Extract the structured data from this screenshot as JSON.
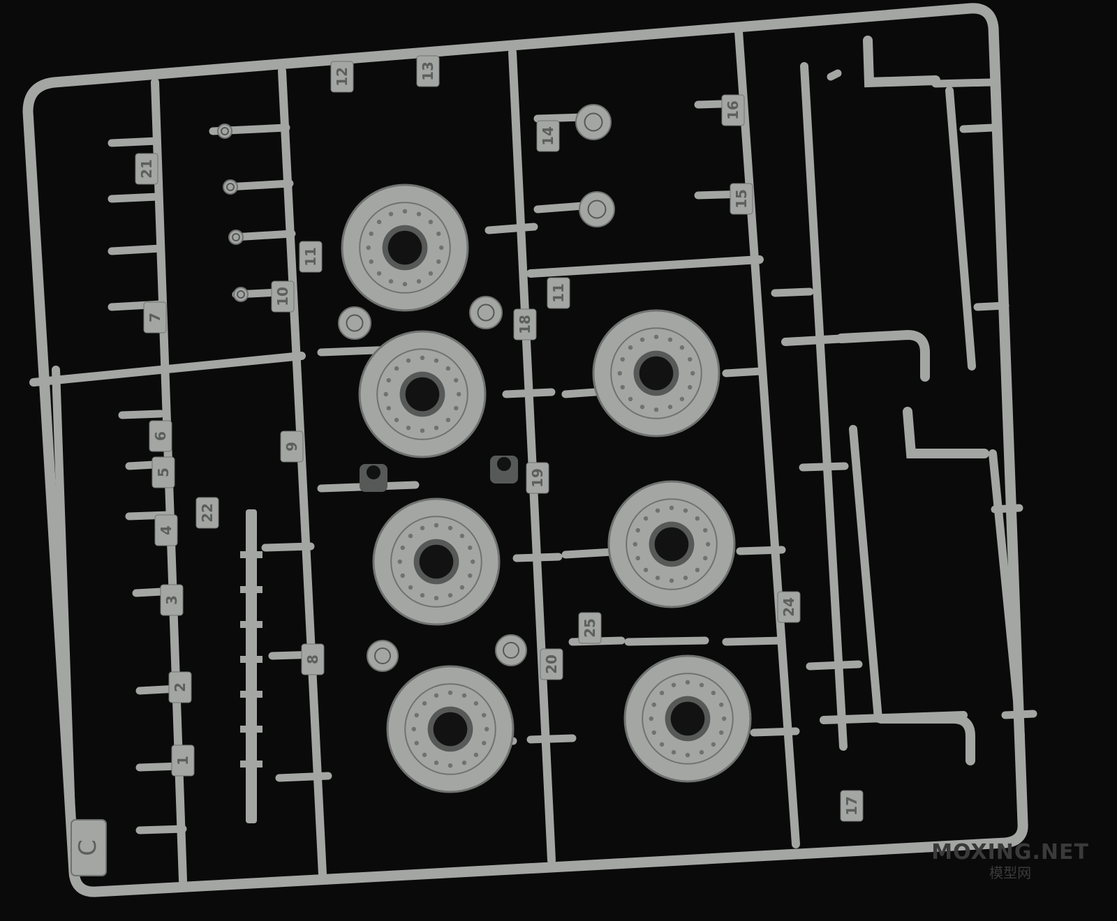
{
  "colors": {
    "background": "#0a0a0a",
    "plastic": "#a3a6a3",
    "plastic_shadow": "#6f7270",
    "plastic_dark": "#565957",
    "hole": "#121212",
    "tag_text": "#5c5f5d"
  },
  "sprue": {
    "letter": "C",
    "part_numbers": [
      "1",
      "2",
      "3",
      "4",
      "5",
      "6",
      "7",
      "8",
      "9",
      "10",
      "11",
      "11",
      "12",
      "13",
      "14",
      "15",
      "16",
      "17",
      "18",
      "19",
      "20",
      "21",
      "22",
      "24",
      "25"
    ]
  },
  "watermark": {
    "main": "MOXING.NET",
    "sub": "模型网"
  }
}
